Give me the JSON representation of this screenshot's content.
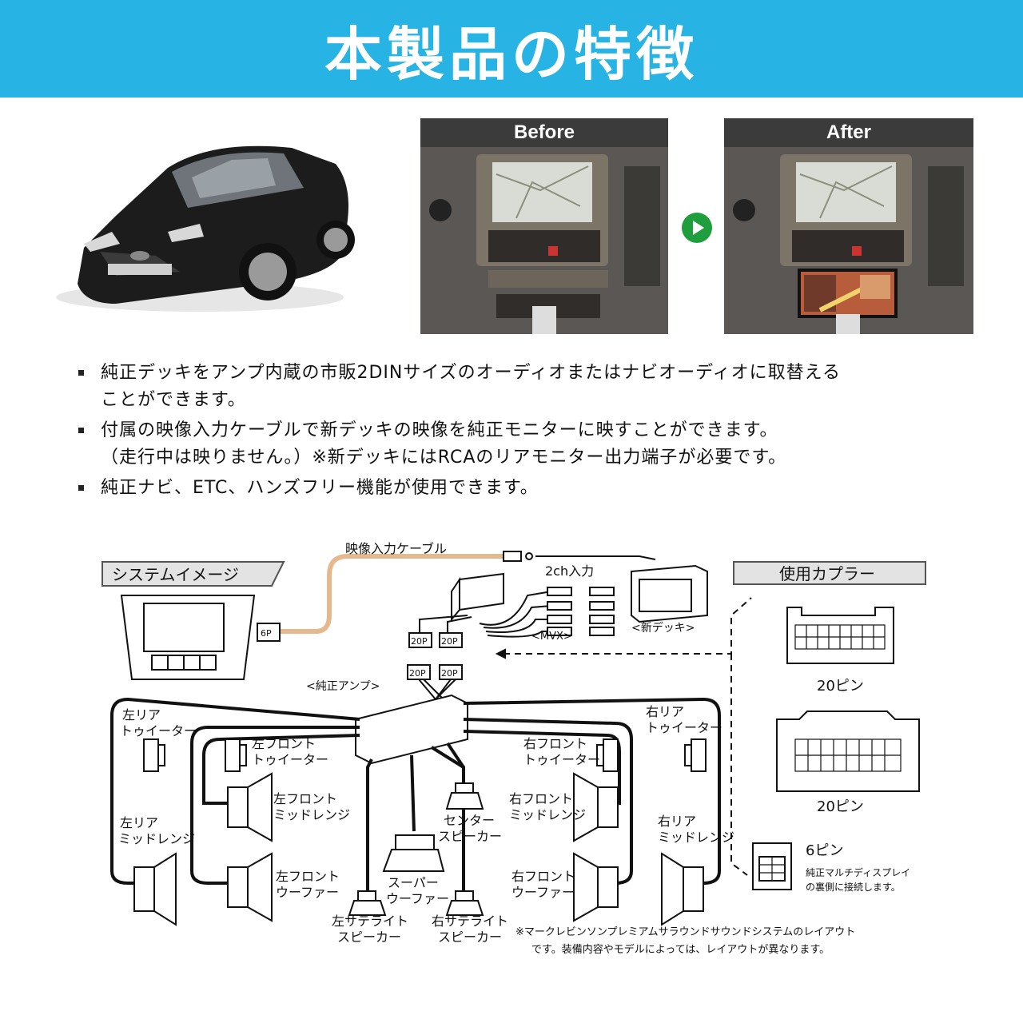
{
  "header": {
    "title": "本製品の特徴"
  },
  "comparison": {
    "before_label": "Before",
    "after_label": "After"
  },
  "features": [
    {
      "text": "純正デッキをアンプ内蔵の市販2DINサイズのオーディオまたはナビオーディオに取替える\nことができます。"
    },
    {
      "text": "付属の映像入力ケーブルで新デッキの映像を純正モニターに映すことができます。\n（走行中は映りません。）※新デッキにはRCAのリアモニター出力端子が必要です。"
    },
    {
      "text": "純正ナビ、ETC、ハンズフリー機能が使用できます。"
    }
  ],
  "diagram": {
    "system_title": "システムイメージ",
    "coupler_title": "使用カプラー",
    "cable_label": "映像入力ケーブル",
    "input_label": "2ch入力",
    "mvx_label": "<MVX>",
    "new_deck_label": "<新デッキ>",
    "amp_label": "<純正アンプ>",
    "plug_6p": "6P",
    "plug_20p": "20P",
    "speakers": {
      "left_rear_tweeter": [
        "左リア",
        "トゥイーター"
      ],
      "right_rear_tweeter": [
        "右リア",
        "トゥイーター"
      ],
      "left_front_tweeter": [
        "左フロント",
        "トゥイーター"
      ],
      "right_front_tweeter": [
        "右フロント",
        "トゥイーター"
      ],
      "left_front_mid": [
        "左フロント",
        "ミッドレンジ"
      ],
      "right_front_mid": [
        "右フロント",
        "ミッドレンジ"
      ],
      "left_rear_mid": [
        "左リア",
        "ミッドレンジ"
      ],
      "right_rear_mid": [
        "右リア",
        "ミッドレンジ"
      ],
      "left_front_woofer": [
        "左フロント",
        "ウーファー"
      ],
      "right_front_woofer": [
        "右フロント",
        "ウーファー"
      ],
      "center": [
        "センター",
        "スピーカー"
      ],
      "super_woofer": [
        "スーパー",
        "ウーファー"
      ],
      "left_satellite": [
        "左サテライト",
        "スピーカー"
      ],
      "right_satellite": [
        "右サテライト",
        "スピーカー"
      ]
    },
    "coupler_20pin_label": "20ピン",
    "coupler_6pin_label": "6ピン",
    "coupler_6pin_note": [
      "純正マルチディスプレイ",
      "の裏側に接続します。"
    ],
    "footnote": [
      "※マークレビンソンプレミアムサラウンドサウンドシステムのレイアウト",
      "です。装備内容やモデルによっては、レイアウトが異なります。"
    ]
  }
}
